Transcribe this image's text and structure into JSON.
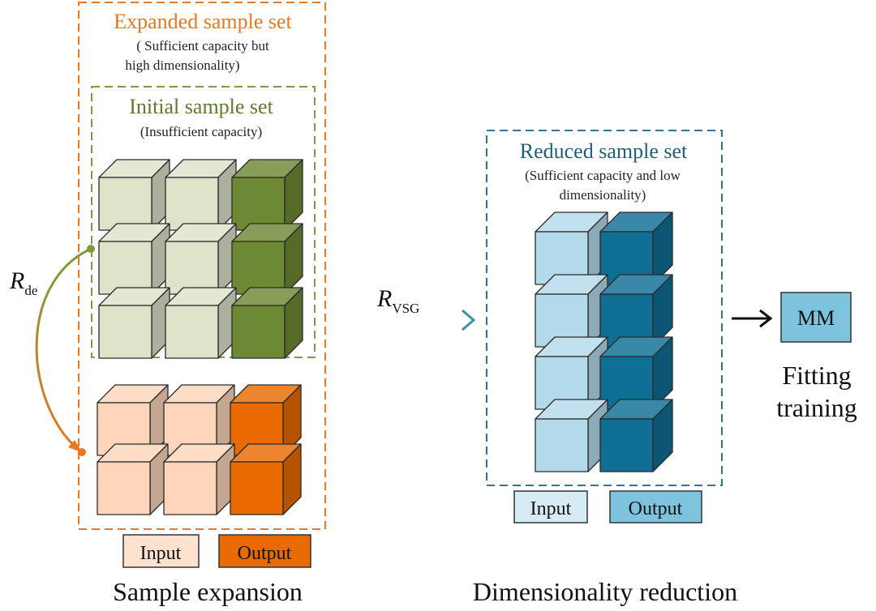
{
  "expanded": {
    "title": "Expanded sample set",
    "subtitle_line1": "( Sufficient capacity but",
    "subtitle_line2": "high dimensionality)"
  },
  "initial": {
    "title": "Initial sample set",
    "subtitle": "(Insufficient capacity)"
  },
  "reduced": {
    "title": "Reduced sample set",
    "subtitle_line1": "(Sufficient capacity and low",
    "subtitle_line2": "dimensionality)"
  },
  "r_de": {
    "symbol": "R",
    "subscript": "de"
  },
  "r_vsg": {
    "symbol": "R",
    "subscript": "VSG"
  },
  "legend_left": {
    "input": "Input",
    "output": "Output"
  },
  "legend_right": {
    "input": "Input",
    "output": "Output"
  },
  "mm_label": "MM",
  "fitting_line1": "Fitting",
  "fitting_line2": "training",
  "caption_left": "Sample expansion",
  "caption_right": "Dimensionality reduction",
  "colors": {
    "orange": "#E8771F",
    "olive": "#6A8B3A",
    "teal": "#2B7795",
    "green_light": "#DCE3C9",
    "green_dark": "#6E8933",
    "peach_light": "#FCD5BA",
    "orange_dark": "#E86A00",
    "blue_light": "#B3DAEA",
    "blue_dark": "#0F6E94",
    "mm_fill": "#7EC3DE"
  }
}
